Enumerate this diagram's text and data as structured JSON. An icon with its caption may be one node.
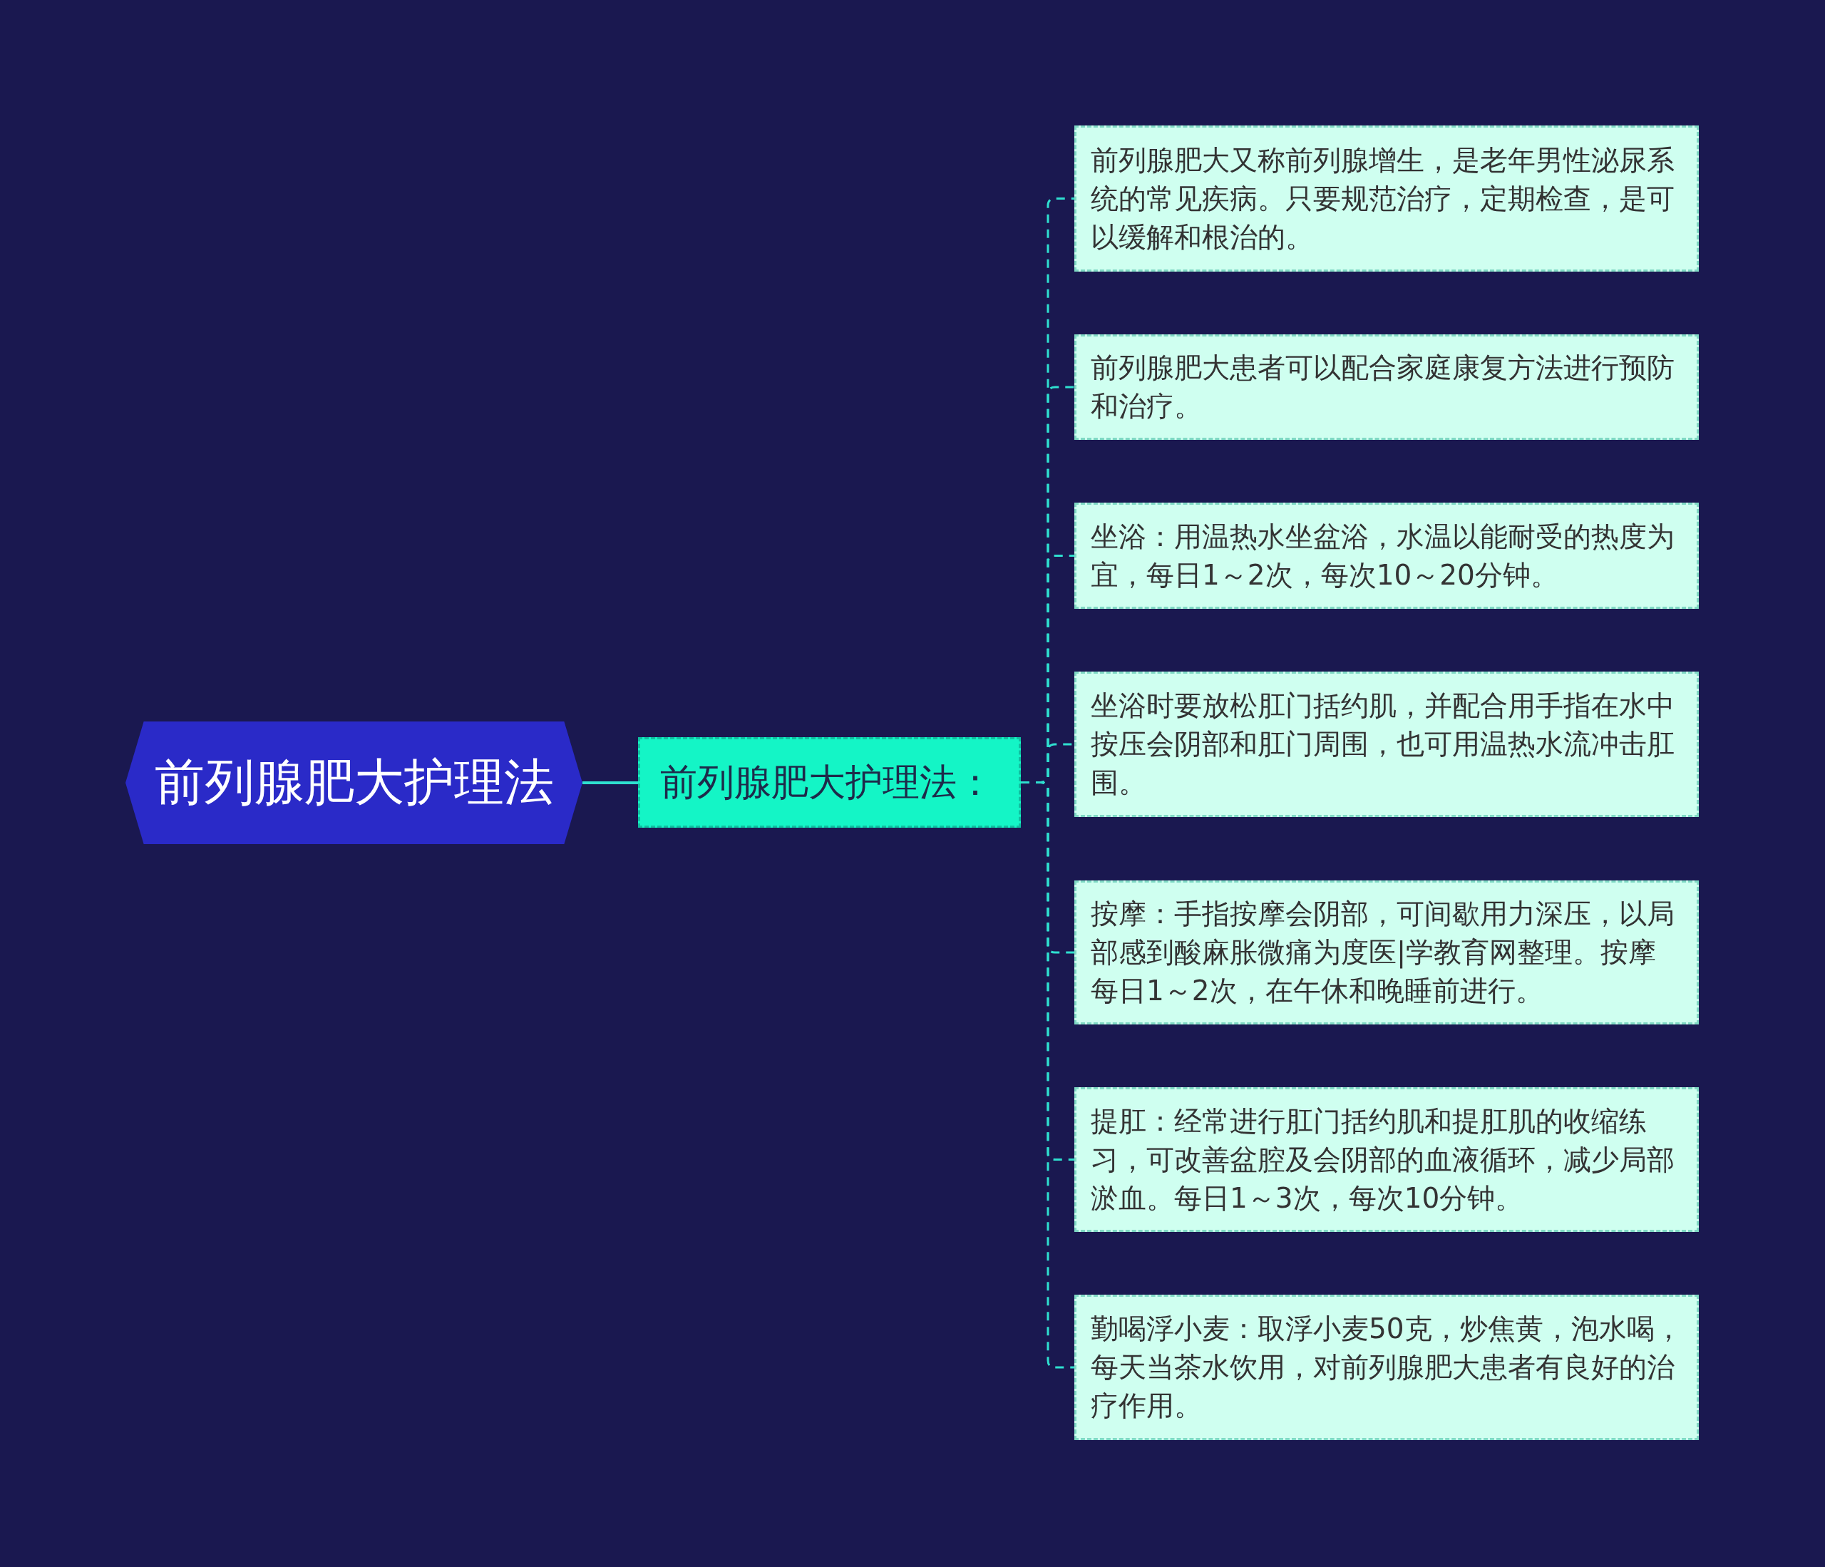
{
  "diagram": {
    "nodes": [
      {
        "text": [
          "前列腺肥大护理法"
        ]
      },
      {
        "text": [
          "前列腺肥大护理法："
        ]
      },
      {
        "text": [
          "前列腺肥大又称前列腺增生，是老年男性泌尿系统的常见疾病。只要规范治疗，定期检查，是可以缓解和根治的。"
        ]
      },
      {
        "text": [
          "前列腺肥大患者可以配合家庭康复方法进行预防和治疗。"
        ]
      },
      {
        "text": [
          "坐浴：用温热水坐盆浴，水温以能耐受的热度为宜，每日1～2次，每次10～20分钟。"
        ]
      },
      {
        "text": [
          "坐浴时要放松肛门括约肌，并配合用手指在水中按压会阴部和肛门周围，也可用温热水流冲击肛围。"
        ]
      },
      {
        "text": [
          "按摩：手指按摩会阴部，可间歇用力深压，以局部感到酸麻胀微痛为度医|学教育网整理。按摩每日1～2次，在午休和晚睡前进行。"
        ]
      },
      {
        "text": [
          "提肛：经常进行肛门括约肌和提肛肌的收缩练习，可改善盆腔及会阴部的血液循环，减少局部淤血。每日1～3次，每次10分钟。"
        ]
      },
      {
        "text": [
          "勤喝浮小麦：取浮小麦50克，炒焦黄，泡水喝，每天当茶水饮用，对前列腺肥大患者有良好的治疗作用。"
        ]
      }
    ],
    "edges": [
      {
        "from": 0,
        "to": 1,
        "arrow": "none"
      },
      {
        "from": 1,
        "to": 2,
        "arrow": "none",
        "style": "dashed"
      },
      {
        "from": 1,
        "to": 3,
        "arrow": "none",
        "style": "dashed"
      },
      {
        "from": 1,
        "to": 4,
        "arrow": "none",
        "style": "dashed"
      },
      {
        "from": 1,
        "to": 5,
        "arrow": "none",
        "style": "dashed"
      },
      {
        "from": 1,
        "to": 6,
        "arrow": "none",
        "style": "dashed"
      },
      {
        "from": 1,
        "to": 7,
        "arrow": "none",
        "style": "dashed"
      },
      {
        "from": 1,
        "to": 8,
        "arrow": "none",
        "style": "dashed"
      }
    ]
  }
}
